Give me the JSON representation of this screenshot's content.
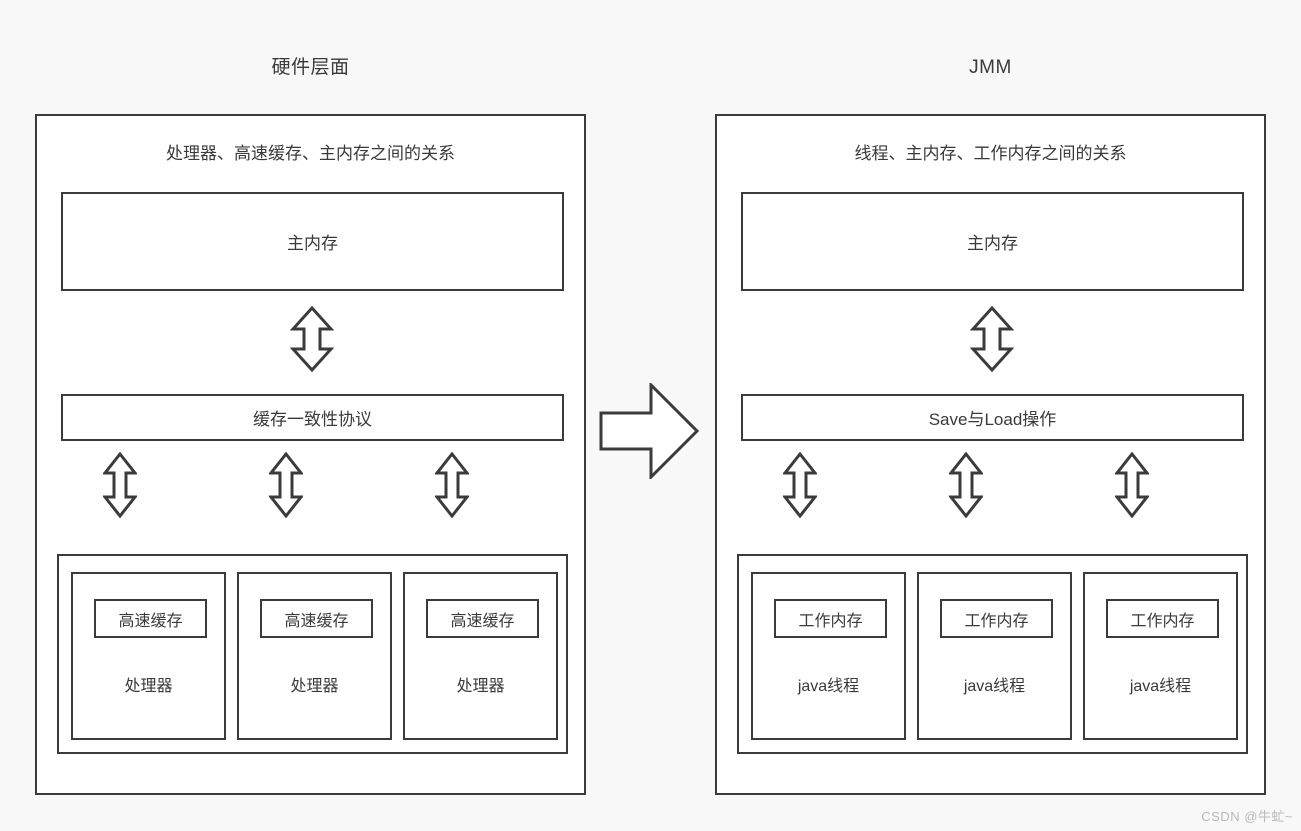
{
  "panels": [
    {
      "title": "硬件层面",
      "caption": "处理器、高速缓存、主内存之间的关系",
      "memory_label": "主内存",
      "bridge_label": "缓存一致性协议",
      "units": [
        {
          "inner_label": "高速缓存",
          "outer_label": "处理器"
        },
        {
          "inner_label": "高速缓存",
          "outer_label": "处理器"
        },
        {
          "inner_label": "高速缓存",
          "outer_label": "处理器"
        }
      ]
    },
    {
      "title": "JMM",
      "caption": "线程、主内存、工作内存之间的关系",
      "memory_label": "主内存",
      "bridge_label": "Save与Load操作",
      "units": [
        {
          "inner_label": "工作内存",
          "outer_label": "java线程"
        },
        {
          "inner_label": "工作内存",
          "outer_label": "java线程"
        },
        {
          "inner_label": "工作内存",
          "outer_label": "java线程"
        }
      ]
    }
  ],
  "icons": {
    "transform_arrow": "right-block-arrow-icon",
    "memory_link_arrow": "double-headed-vertical-arrow-icon",
    "unit_link_arrow": "double-headed-vertical-arrow-icon"
  },
  "colors": {
    "background": "#f8f8f8",
    "panel_fill": "#ffffff",
    "stroke": "#3b3b3b",
    "text": "#3a3a3a",
    "watermark": "#b9b9b9"
  },
  "watermark": "CSDN @牛虻~"
}
